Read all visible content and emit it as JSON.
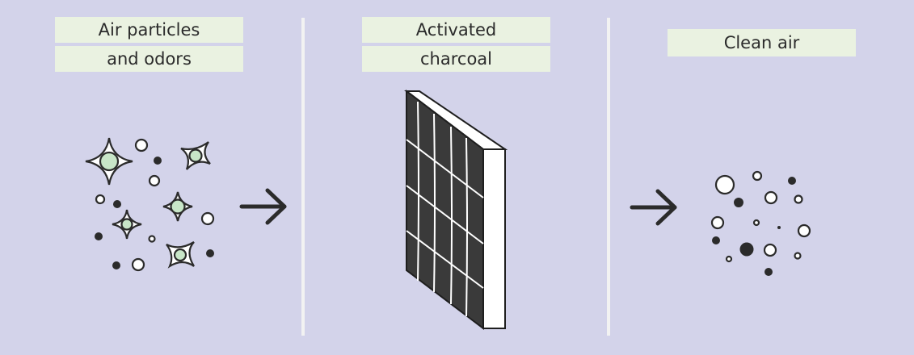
{
  "panels": [
    {
      "lines": [
        "Air particles",
        "and odors"
      ]
    },
    {
      "lines": [
        "Activated",
        "charcoal"
      ]
    },
    {
      "lines": [
        "Clean air"
      ]
    }
  ],
  "colors": {
    "background": "#d3d3ea",
    "label_background": "#eaf2e1",
    "divider": "#f2f2f2",
    "ink": "#2b2b2b",
    "particle_fill": "#c8e6c8",
    "filter_face": "#3a3a3a"
  },
  "icons": [
    "sparkle-particle-icon",
    "arrow-right-icon",
    "filter-icon",
    "dot-particle-icon"
  ]
}
